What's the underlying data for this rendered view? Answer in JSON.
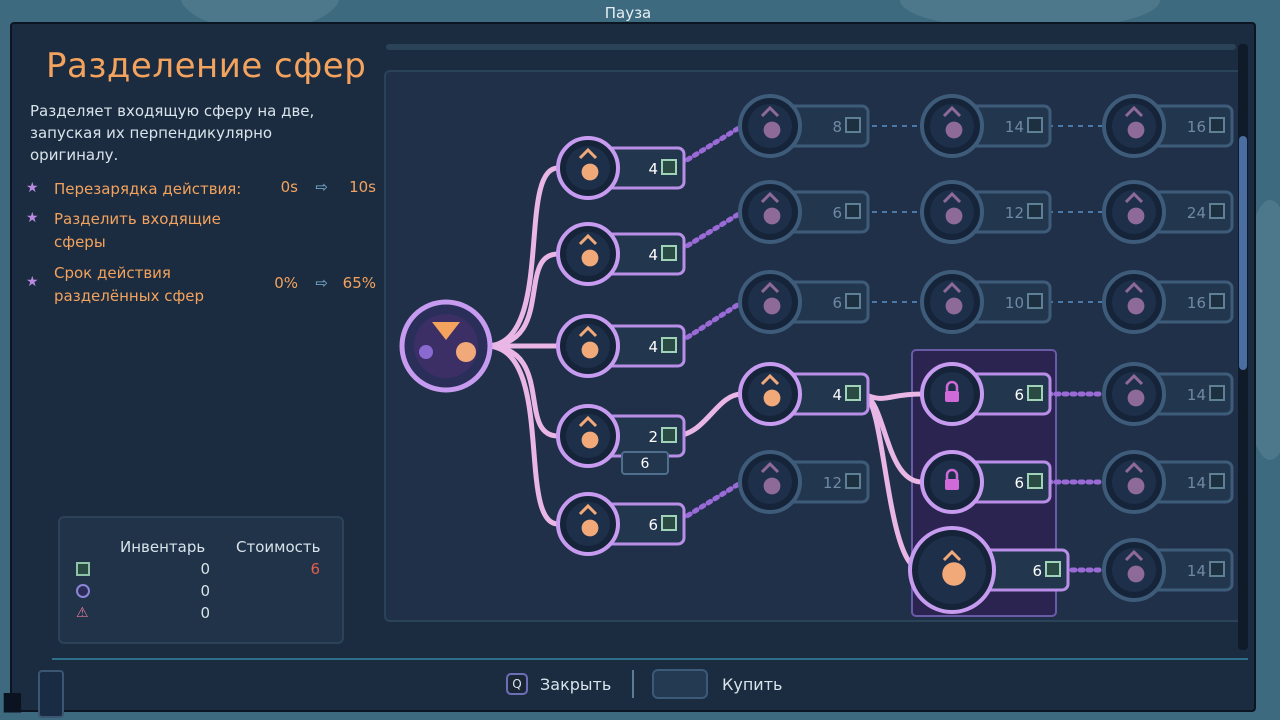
{
  "window": {
    "pause_label": "Пауза"
  },
  "ability": {
    "title": "Разделение сфер",
    "description": "Разделяет входящую сферу на две, запуская их перпендикулярно оригиналу.",
    "stats": [
      {
        "name": "Перезарядка действия:",
        "from": "0s",
        "to": "10s"
      },
      {
        "name": "Разделить входящие сферы",
        "from": "",
        "to": ""
      },
      {
        "name": "Срок действия разделённых сфер",
        "from": "0%",
        "to": "65%"
      }
    ]
  },
  "inventory": {
    "header_inventory": "Инвентарь",
    "header_cost": "Стоимость",
    "rows": [
      {
        "icon": "chip-icon",
        "amount": "0",
        "cost": "6"
      },
      {
        "icon": "orb-icon",
        "amount": "0",
        "cost": ""
      },
      {
        "icon": "warning-triangle-icon",
        "amount": "0",
        "cost": ""
      }
    ]
  },
  "tree": {
    "root": {
      "icon": "orb-split-icon"
    },
    "column1": [
      {
        "cost": "4",
        "icon": "thrust-up-icon"
      },
      {
        "cost": "4",
        "icon": "timer-orb-icon"
      },
      {
        "cost": "4",
        "icon": "anchor-icon"
      },
      {
        "cost": "2",
        "icon": "multi-orb-icon",
        "extra": "6"
      },
      {
        "cost": "6",
        "icon": "burst-icon"
      }
    ],
    "column2": [
      {
        "cost": "8",
        "icon": "boost-icon"
      },
      {
        "cost": "6",
        "icon": "stopwatch-icon"
      },
      {
        "cost": "6",
        "icon": "arrow-icon"
      },
      {
        "cost": "4",
        "icon": "heart-plus-icon"
      },
      {
        "cost": "12",
        "icon": "explosion-icon"
      }
    ],
    "column3": [
      {
        "cost": "14",
        "icon": "rocket-icon"
      },
      {
        "cost": "12",
        "icon": "house-orb-icon"
      },
      {
        "cost": "10",
        "icon": "compress-icon"
      },
      {
        "cost": "6",
        "icon": "lock-icon"
      },
      {
        "cost": "6",
        "icon": "lock-icon"
      },
      {
        "cost": "6",
        "icon": "orb-split-icon"
      }
    ],
    "column4": [
      {
        "cost": "16",
        "icon": "lightning-icon"
      },
      {
        "cost": "24",
        "icon": "cycle-icon"
      },
      {
        "cost": "16",
        "icon": "target-icon"
      },
      {
        "cost": "14",
        "icon": "flame-icon"
      },
      {
        "cost": "14",
        "icon": "ring-orb-icon"
      },
      {
        "cost": "14",
        "icon": "plus-orb-icon"
      }
    ]
  },
  "buttons": {
    "close": {
      "key": "Q",
      "label": "Закрыть"
    },
    "buy": {
      "label": "Купить"
    }
  },
  "colors": {
    "accent_orange": "#f3a35d",
    "accent_purple": "#b98be0",
    "cost_red": "#e0604e",
    "panel": "#1b2b40"
  }
}
